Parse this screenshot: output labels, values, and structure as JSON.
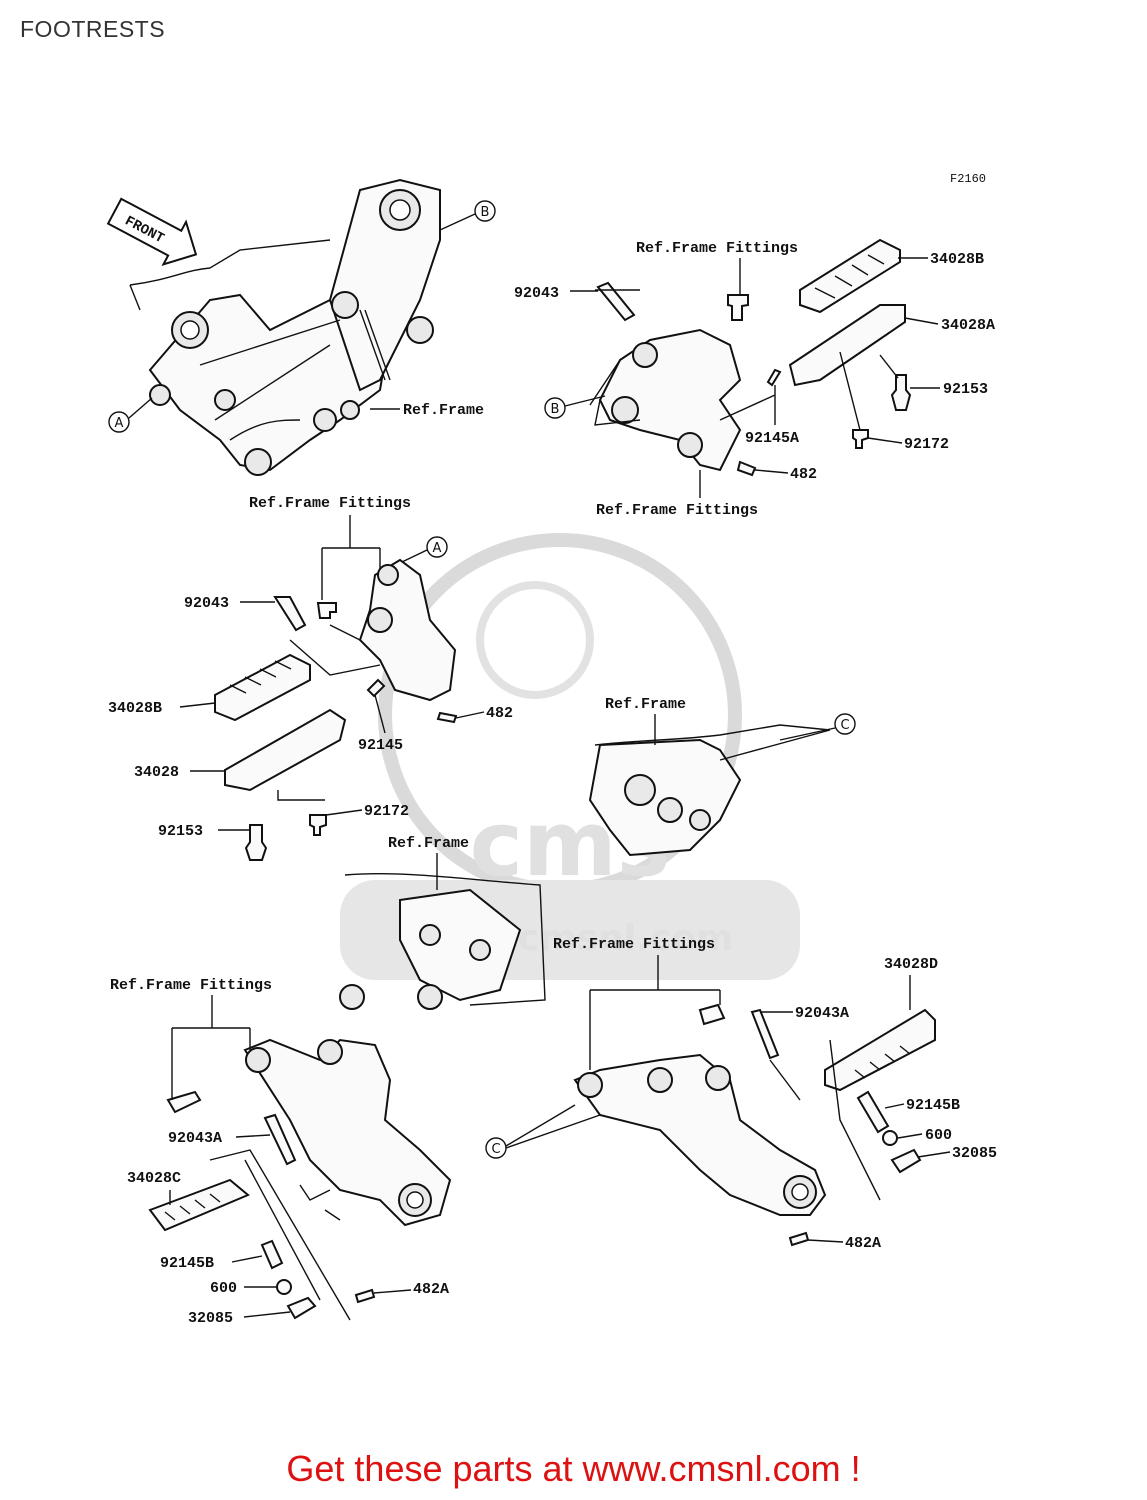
{
  "page": {
    "title": "FOOTRESTS",
    "figure_code": "F2160"
  },
  "front_arrow": {
    "label": "FRONT"
  },
  "refs": {
    "ref_frame": "Ref.Frame",
    "ref_frame_fittings": "Ref.Frame Fittings"
  },
  "circle_labels": {
    "a": "A",
    "b": "B",
    "c": "C"
  },
  "parts": {
    "p92043": "92043",
    "p34028B": "34028B",
    "p34028A": "34028A",
    "p92153": "92153",
    "p92172": "92172",
    "p92145A": "92145A",
    "p482": "482",
    "p92145": "92145",
    "p34028": "34028",
    "p34028D": "34028D",
    "p92043A": "92043A",
    "p92145B": "92145B",
    "p600": "600",
    "p32085": "32085",
    "p482A": "482A",
    "p34028C": "34028C"
  },
  "footer": {
    "cta": "Get these parts at www.cmsnl.com !",
    "cta_color": "#dd1111"
  },
  "watermark": {
    "text": "www.cmsnl.com",
    "logo": "cms-watermark-logo"
  }
}
